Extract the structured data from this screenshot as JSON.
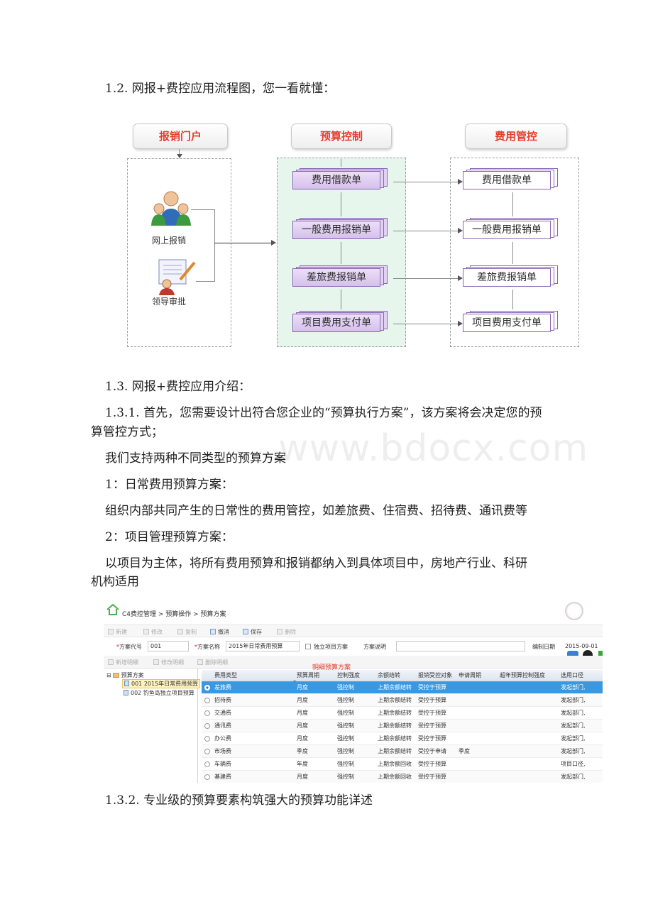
{
  "section_122": "1.2. 网报+费控应用流程图，您一看就懂：",
  "flow": {
    "headers": [
      "报销门户",
      "预算控制",
      "费用管控"
    ],
    "portal_labels": [
      "网上报销",
      "领导审批"
    ],
    "docs": [
      "费用借款单",
      "一般费用报销单",
      "差旅费报销单",
      "项目费用支付单"
    ]
  },
  "section_13": "1.3. 网报+费控应用介绍：",
  "p1_line1": "1.3.1. 首先，您需要设计出符合您企业的“预算执行方案”，该方案将会决定您的预",
  "p1_line2": "算管控方式；",
  "p2": "我们支持两种不同类型的预算方案",
  "p3": "1：日常费用预算方案：",
  "p4": "组织内部共同产生的日常性的费用管控，如差旅费、住宿费、招待费、通讯费等",
  "p5": "2：项目管理预算方案：",
  "p6_line1": "以项目为主体，将所有费用预算和报销都纳入到具体项目中，房地产行业、科研",
  "p6_line2": "机构适用",
  "section_132": "1.3.2. 专业级的预算要素构筑强大的预算功能详述",
  "watermark": "www.bdocx.com",
  "app": {
    "breadcrumb": "C4费控管理 > 预算操作 > 预算方案",
    "toolbar": [
      "新建",
      "修改",
      "复制",
      "撤消",
      "保存",
      "删除"
    ],
    "form": {
      "code_label": "方案代号",
      "code_value": "001",
      "name_label": "方案名称",
      "name_value": "2015年日常费用预算",
      "independent_label": "独立项目方案",
      "desc_label": "方案说明",
      "date_label": "编制日期",
      "date_value": "2015-09-01",
      "required_mark": "*"
    },
    "detail_toolbar": [
      "新增明细",
      "修改明细",
      "删除明细"
    ],
    "annotation": "明细预算方案",
    "tree": {
      "root": "预算方案",
      "items": [
        "001 2015年日常费用预算",
        "002 钓鱼岛独立项目预算"
      ]
    },
    "columns": [
      "费用类型",
      "预算周期",
      "控制强度",
      "余额结转",
      "报销受控对象",
      "申请周期",
      "超年预算控制强度",
      "选用口径"
    ],
    "rows": [
      [
        "差旅费",
        "月度",
        "强控制",
        "上期余额结转",
        "受控于预算",
        "",
        "",
        "发起部门,"
      ],
      [
        "招待费",
        "月度",
        "强控制",
        "上期余额结转",
        "受控于预算",
        "",
        "",
        "发起部门,"
      ],
      [
        "交通费",
        "月度",
        "强控制",
        "上期余额结转",
        "受控于预算",
        "",
        "",
        "发起部门,"
      ],
      [
        "通讯费",
        "月度",
        "强控制",
        "上期余额结转",
        "受控于预算",
        "",
        "",
        "发起部门,"
      ],
      [
        "办公费",
        "月度",
        "强控制",
        "上期余额结转",
        "受控于预算",
        "",
        "",
        "发起部门,"
      ],
      [
        "市场费",
        "季度",
        "强控制",
        "上期余额结转",
        "受控于申请",
        "季度",
        "",
        "发起部门,"
      ],
      [
        "车辆费",
        "年度",
        "强控制",
        "上期余额回收",
        "受控于预算",
        "",
        "",
        "项目口径,"
      ],
      [
        "基建费",
        "月度",
        "强控制",
        "上期余额回收",
        "受控于预算",
        "",
        "",
        "发起部门,"
      ]
    ]
  }
}
